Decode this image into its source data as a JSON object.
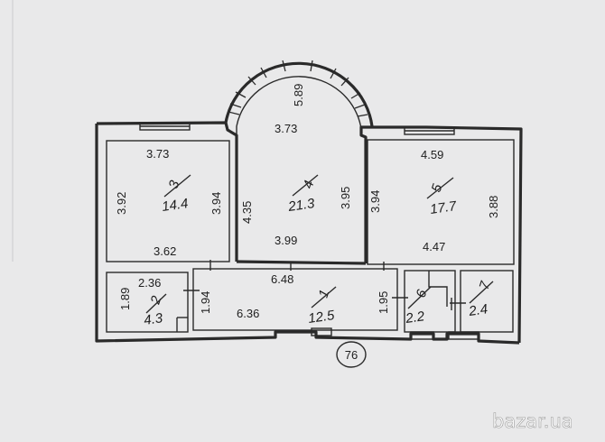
{
  "rooms": [
    {
      "num": "3",
      "area": "14.4",
      "dims": [
        "3.73",
        "3.92",
        "3.94",
        "3.62"
      ]
    },
    {
      "num": "4",
      "area": "21.3",
      "dims": [
        "3.73",
        "5.89",
        "4.35",
        "3.95",
        "3.99"
      ]
    },
    {
      "num": "5",
      "area": "17.7",
      "dims": [
        "4.59",
        "3.94",
        "3.88",
        "4.47"
      ]
    },
    {
      "num": "2",
      "area": "4.3",
      "dims": [
        "2.36",
        "1.89"
      ]
    },
    {
      "num": "1",
      "area": "12.5",
      "dims": [
        "6.48",
        "1.94",
        "6.36",
        "1.95"
      ]
    },
    {
      "num": "6",
      "area": "2.2"
    },
    {
      "num": "7",
      "area": "2.4"
    }
  ],
  "apartment_number": "76",
  "watermark": "bazar.ua"
}
